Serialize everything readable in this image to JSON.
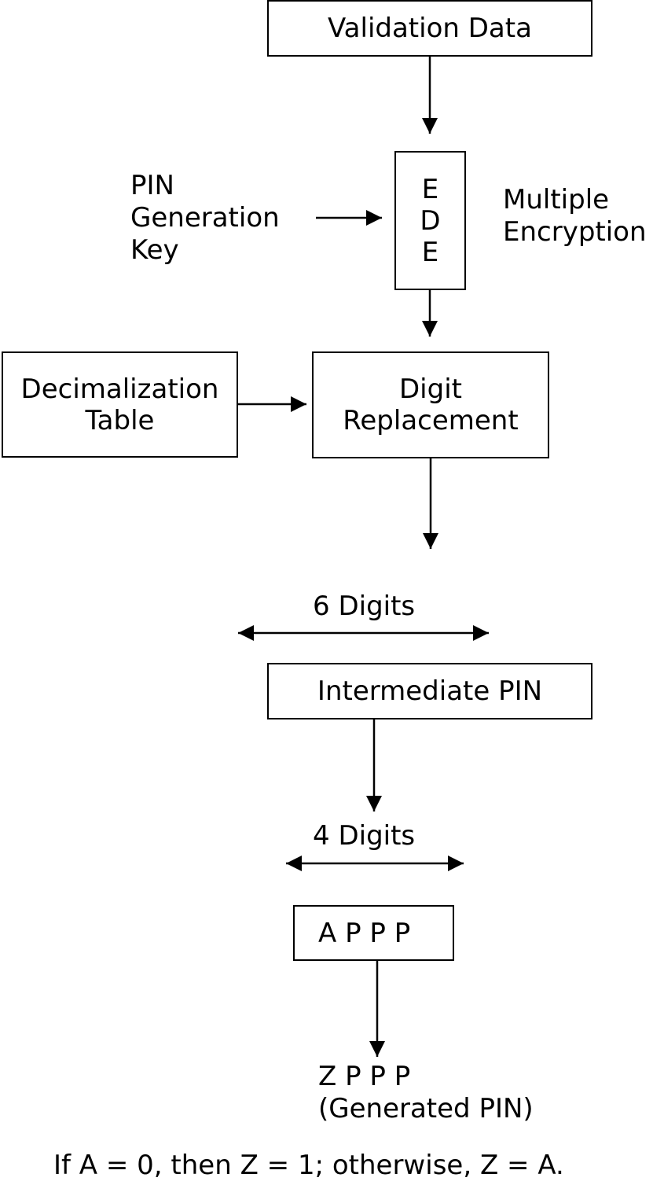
{
  "boxes": {
    "validation_data": "Validation Data",
    "ede": [
      "E",
      "D",
      "E"
    ],
    "decimalization_table": [
      "Decimalization",
      "Table"
    ],
    "digit_replacement": [
      "Digit",
      "Replacement"
    ],
    "intermediate_pin": "Intermediate PIN",
    "appp": "A P P P"
  },
  "labels": {
    "pin_generation_key": [
      "PIN",
      "Generation",
      "Key"
    ],
    "multiple_encryption": [
      "Multiple",
      "Encryption"
    ],
    "six_digits": "6 Digits",
    "four_digits": "4 Digits",
    "generated_pin": [
      "Z P P P",
      "(Generated PIN)"
    ],
    "rule": "If A = 0, then Z = 1; otherwise, Z = A."
  }
}
